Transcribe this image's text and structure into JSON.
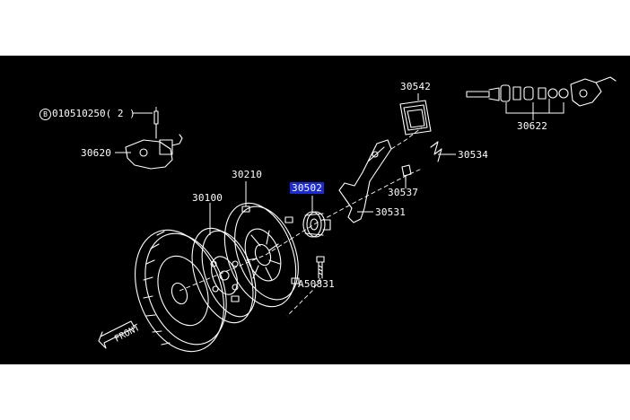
{
  "diagram": {
    "background_color": "#000000",
    "line_color": "#ffffff",
    "highlight_color": "#1a2ad8",
    "parts": {
      "p30542": "30542",
      "p30622": "30622",
      "p30620": "30620",
      "p30534": "30534",
      "p30210": "30210",
      "p30502": "30502",
      "p30537": "30537",
      "p30100": "30100",
      "p30531": "30531",
      "pA50831": "A50831"
    },
    "bolt": {
      "circle_letter": "B",
      "code": "010510250",
      "qty": "( 2 )"
    },
    "direction": {
      "front": "FRONT"
    },
    "highlighted_part": "30502"
  }
}
